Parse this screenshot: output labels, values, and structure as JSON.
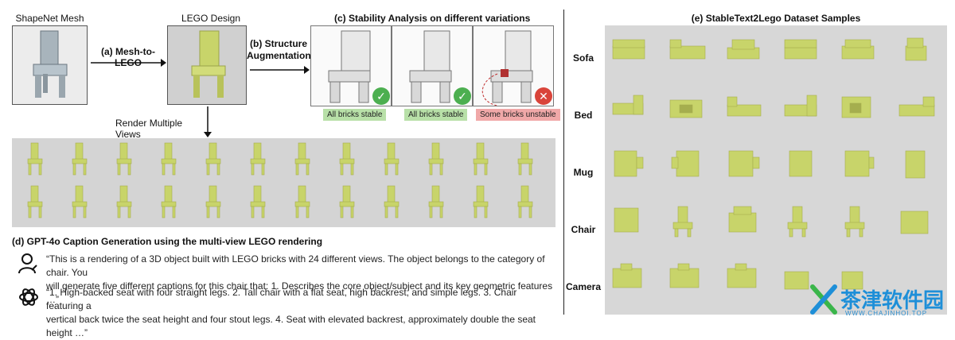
{
  "pipeline": {
    "shapenet_title": "ShapeNet Mesh",
    "lego_design_title": "LEGO Design",
    "mesh_to_lego_label": "(a) Mesh-to-LEGO",
    "structure_aug_label_line1": "(b) Structure",
    "structure_aug_label_line2": "Augmentation",
    "render_views_label": "Render Multiple Views"
  },
  "stability": {
    "title": "(c) Stability Analysis on different variations",
    "variants": [
      {
        "tag": "All bricks stable",
        "status": "stable",
        "badge": "✓"
      },
      {
        "tag": "All bricks stable",
        "status": "stable",
        "badge": "✓"
      },
      {
        "tag": "Some bricks unstable",
        "status": "unstable",
        "badge": "✕"
      }
    ]
  },
  "caption_gen": {
    "title": "(d) GPT-4o Caption Generation using the multi-view LEGO rendering",
    "prompt_line1": "“This is a rendering of a 3D object built with LEGO bricks with 24 different views. The object belongs to the category of chair. You",
    "prompt_line2": "will generate five different captions for this chair that: 1. Describes the core object/subject and its key geometric features …”",
    "response_line1": "“1. High-backed seat with four straight legs. 2. Tall chair with a flat seat, high backrest, and simple legs. 3. Chair featuring a",
    "response_line2": "vertical back twice the seat height and four stout legs. 4. Seat with elevated backrest, approximately double the seat height …”",
    "user_icon": "user-icon",
    "assistant_icon": "openai-icon"
  },
  "dataset": {
    "title": "(e) StableText2Lego Dataset Samples",
    "rows": [
      "Sofa",
      "Bed",
      "Mug",
      "Chair",
      "Camera"
    ]
  },
  "watermark": {
    "text": "茶津软件园",
    "sub": "WWW.CHAJINHOI.TOP"
  },
  "colors": {
    "lego": "#c8d46a",
    "stable_badge": "#4caf50",
    "unstable_badge": "#d9443a"
  }
}
